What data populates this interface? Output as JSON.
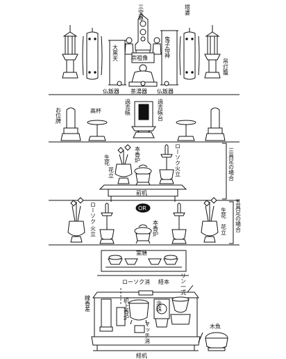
{
  "labels": {
    "sanbouson": "三宝尊",
    "touba": "塔婆",
    "daikokuten": "大黒天",
    "shusozou": "宗祖像",
    "kishimojin": "鬼子母神",
    "tsuridourou": "吊灯籠",
    "buppanki_left": "仏飯器",
    "chatouki": "茶湯器",
    "buppanki_right": "仏飯器",
    "kakochou": "過去帳",
    "kakochoudai": "過去帳台",
    "oihai": "お位牌",
    "takatsuki": "高杯",
    "honkouro_upper": "本香炉",
    "rousoku_upper": "ローソク",
    "hikkatate_upper": "火立",
    "seika_upper": "生花",
    "hanatate_upper": "花立",
    "maezukue": "前机",
    "mitsugusoku": "三具足の場合",
    "or": "OR",
    "gogusoku": "五具足の場合",
    "rousoku_lower": "ローソク",
    "hikkatate_lower": "火立",
    "honkouro_lower": "本香炉",
    "seika_lower": "生花",
    "hanatate_lower": "花立",
    "reizen": "霊膳",
    "rousokukeshi": "ローソク消",
    "kyouhon": "経本",
    "rin_isshiki": "リン一式",
    "senkoutate": "線香差",
    "tsukuejoukouro": "机上香炉",
    "matchikeshi": "マッチ消",
    "mokusho": "木魚",
    "nenju": "念珠",
    "kyouzukue": "経机"
  }
}
